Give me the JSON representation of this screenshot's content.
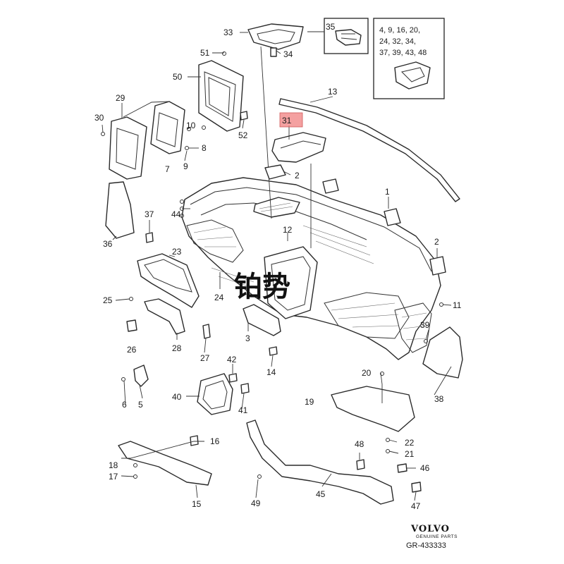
{
  "callouts": [
    {
      "id": "1",
      "label": "1"
    },
    {
      "id": "2a",
      "label": "2"
    },
    {
      "id": "2b",
      "label": "2"
    },
    {
      "id": "3",
      "label": "3"
    },
    {
      "id": "5",
      "label": "5"
    },
    {
      "id": "6",
      "label": "6"
    },
    {
      "id": "7",
      "label": "7"
    },
    {
      "id": "8",
      "label": "8"
    },
    {
      "id": "9",
      "label": "9"
    },
    {
      "id": "10",
      "label": "10"
    },
    {
      "id": "11",
      "label": "11"
    },
    {
      "id": "12",
      "label": "12"
    },
    {
      "id": "13",
      "label": "13"
    },
    {
      "id": "14",
      "label": "14"
    },
    {
      "id": "15",
      "label": "15"
    },
    {
      "id": "16",
      "label": "16"
    },
    {
      "id": "17",
      "label": "17"
    },
    {
      "id": "18",
      "label": "18"
    },
    {
      "id": "19",
      "label": "19"
    },
    {
      "id": "20",
      "label": "20"
    },
    {
      "id": "21",
      "label": "21"
    },
    {
      "id": "22",
      "label": "22"
    },
    {
      "id": "23",
      "label": "23"
    },
    {
      "id": "24",
      "label": "24"
    },
    {
      "id": "25",
      "label": "25"
    },
    {
      "id": "26",
      "label": "26"
    },
    {
      "id": "27",
      "label": "27"
    },
    {
      "id": "28",
      "label": "28"
    },
    {
      "id": "29",
      "label": "29"
    },
    {
      "id": "30",
      "label": "30"
    },
    {
      "id": "31",
      "label": "31"
    },
    {
      "id": "33",
      "label": "33"
    },
    {
      "id": "34",
      "label": "34"
    },
    {
      "id": "35",
      "label": "35"
    },
    {
      "id": "36",
      "label": "36"
    },
    {
      "id": "37",
      "label": "37"
    },
    {
      "id": "38",
      "label": "38"
    },
    {
      "id": "39",
      "label": "39"
    },
    {
      "id": "40",
      "label": "40"
    },
    {
      "id": "41",
      "label": "41"
    },
    {
      "id": "42",
      "label": "42"
    },
    {
      "id": "44",
      "label": "44"
    },
    {
      "id": "45",
      "label": "45"
    },
    {
      "id": "46",
      "label": "46"
    },
    {
      "id": "47",
      "label": "47"
    },
    {
      "id": "48",
      "label": "48"
    },
    {
      "id": "49",
      "label": "49"
    },
    {
      "id": "50",
      "label": "50"
    },
    {
      "id": "51",
      "label": "51"
    },
    {
      "id": "52",
      "label": "52"
    }
  ],
  "inset": {
    "lines": [
      "4, 9, 16, 20,",
      "24, 32, 34,",
      "37, 39, 43, 48"
    ]
  },
  "highlighted_callout": "31",
  "watermark": "铂势",
  "brand": {
    "name": "VOLVO",
    "tagline": "GENUINE PARTS",
    "reference": "GR-433333"
  }
}
